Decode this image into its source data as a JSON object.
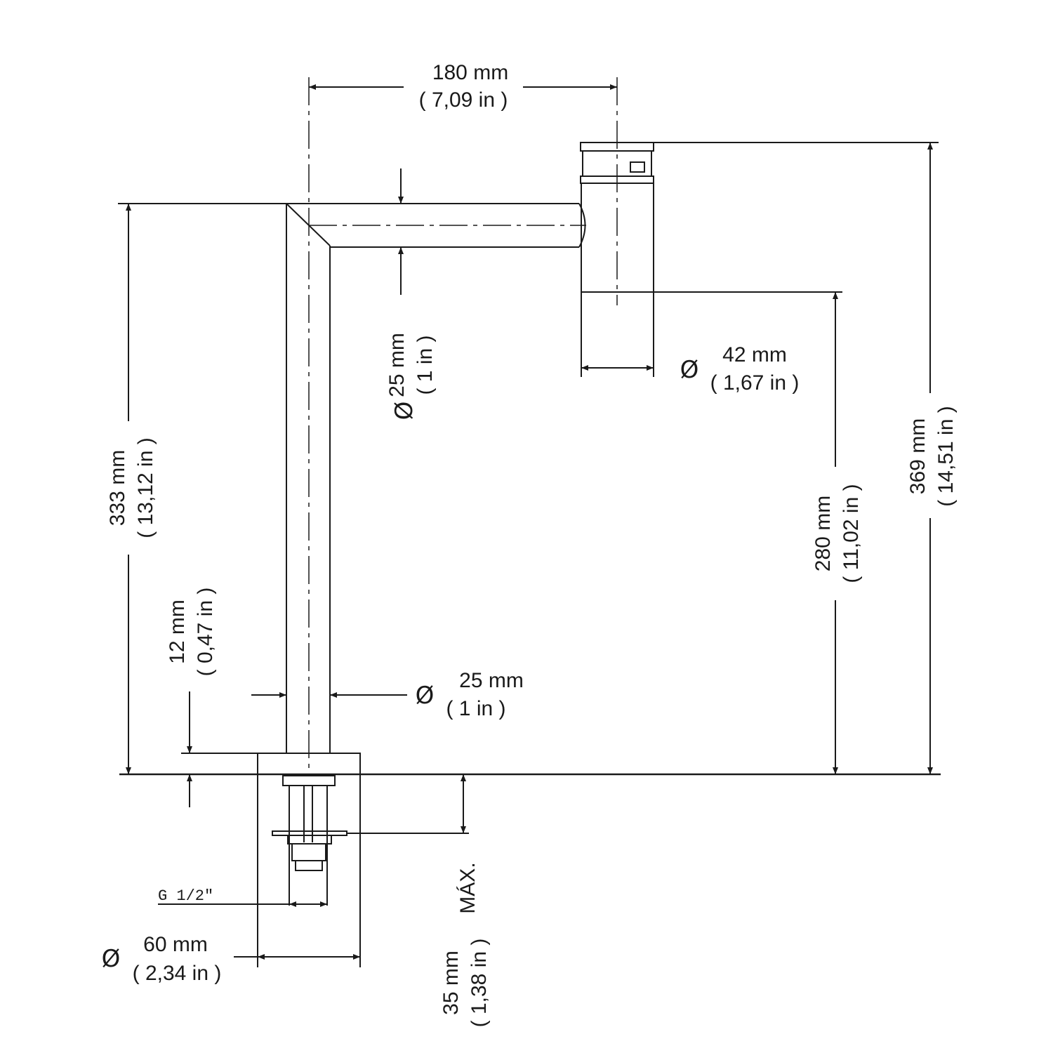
{
  "dimensions": {
    "spout_reach": {
      "mm": "180 mm",
      "in": "( 7,09 in )"
    },
    "spout_tube_diameter": {
      "symbol": "Ø",
      "mm": "25 mm",
      "in": "( 1 in )"
    },
    "outlet_diameter": {
      "symbol": "Ø",
      "mm": "42 mm",
      "in": "( 1,67 in )"
    },
    "total_height": {
      "mm": "369 mm",
      "in": "( 14,51 in )"
    },
    "outlet_height": {
      "mm": "280 mm",
      "in": "( 11,02 in )"
    },
    "body_height": {
      "mm": "333 mm",
      "in": "( 13,12 in )"
    },
    "base_height": {
      "mm": "12 mm",
      "in": "( 0,47 in )"
    },
    "column_diameter": {
      "symbol": "Ø",
      "mm": "25 mm",
      "in": "( 1 in )"
    },
    "base_diameter": {
      "symbol": "Ø",
      "mm": "60 mm",
      "in": "( 2,34 in )"
    },
    "thread": {
      "label": "G 1/2\""
    },
    "max_deck_thickness": {
      "mm": "35 mm",
      "in": "( 1,38 in )",
      "note": "MÁX."
    }
  },
  "colors": {
    "line": "#1a1a1a",
    "background": "#ffffff"
  }
}
